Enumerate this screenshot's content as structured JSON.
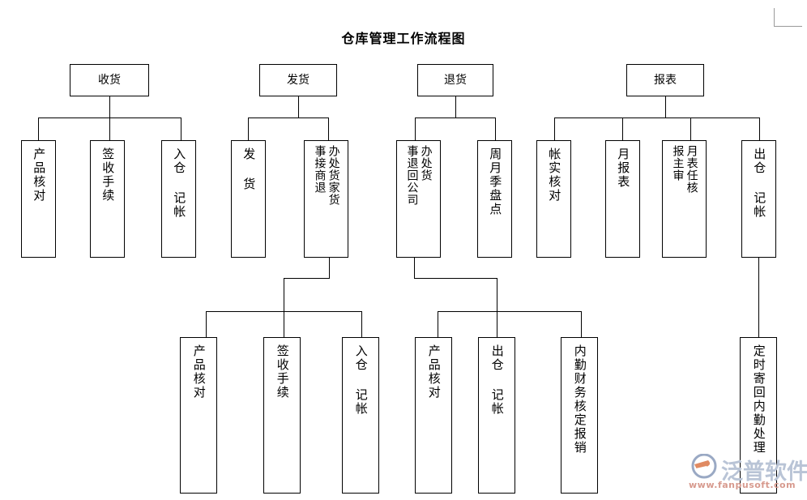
{
  "document": {
    "title": "仓库管理工作流程图"
  },
  "chart_data": {
    "type": "diagram",
    "title": "仓库管理工作流程图",
    "layout": "top-down organizational flowchart, 4 root branches",
    "roots": [
      "收货",
      "发货",
      "退货",
      "报表"
    ]
  },
  "nodes": {
    "root_shouhuo": "收货",
    "root_fahuo": "发货",
    "root_tuihuo": "退货",
    "root_baobiao": "报表",
    "sh_1": "产品核对",
    "sh_2": "签收手续",
    "sh_3": "入仓 记帐",
    "fh_1": "发 货",
    "fh_2_col_right": "事接商退",
    "fh_2_col_left": "办处货家货",
    "th_1_col_right": "事退回公司",
    "th_1_col_left": "办处货",
    "th_2": "周月季盘点",
    "bb_1": "帐实核对",
    "bb_2": "月报表",
    "bb_3_col_right": "报主审",
    "bb_3_col_left": "月表任核",
    "bb_4": "出仓 记帐",
    "l3a_1": "产品核对",
    "l3a_2": "签收手续",
    "l3a_3": "入仓 记帐",
    "l3b_1": "产品核对",
    "l3b_2": "出仓 记帐",
    "l3b_3": "内勤财务核定报销",
    "l3c_1": "定时寄回内勤处理"
  },
  "watermark": {
    "brand": "泛普软件",
    "url": "www.fanpusoft.com",
    "brand_color": "#b9c4d6",
    "url_color": "#d79a8e"
  },
  "style": {
    "line_color": "#000000",
    "box_border": "#000000",
    "background": "#ffffff",
    "corner_mark_color": "#9a9a9a"
  }
}
